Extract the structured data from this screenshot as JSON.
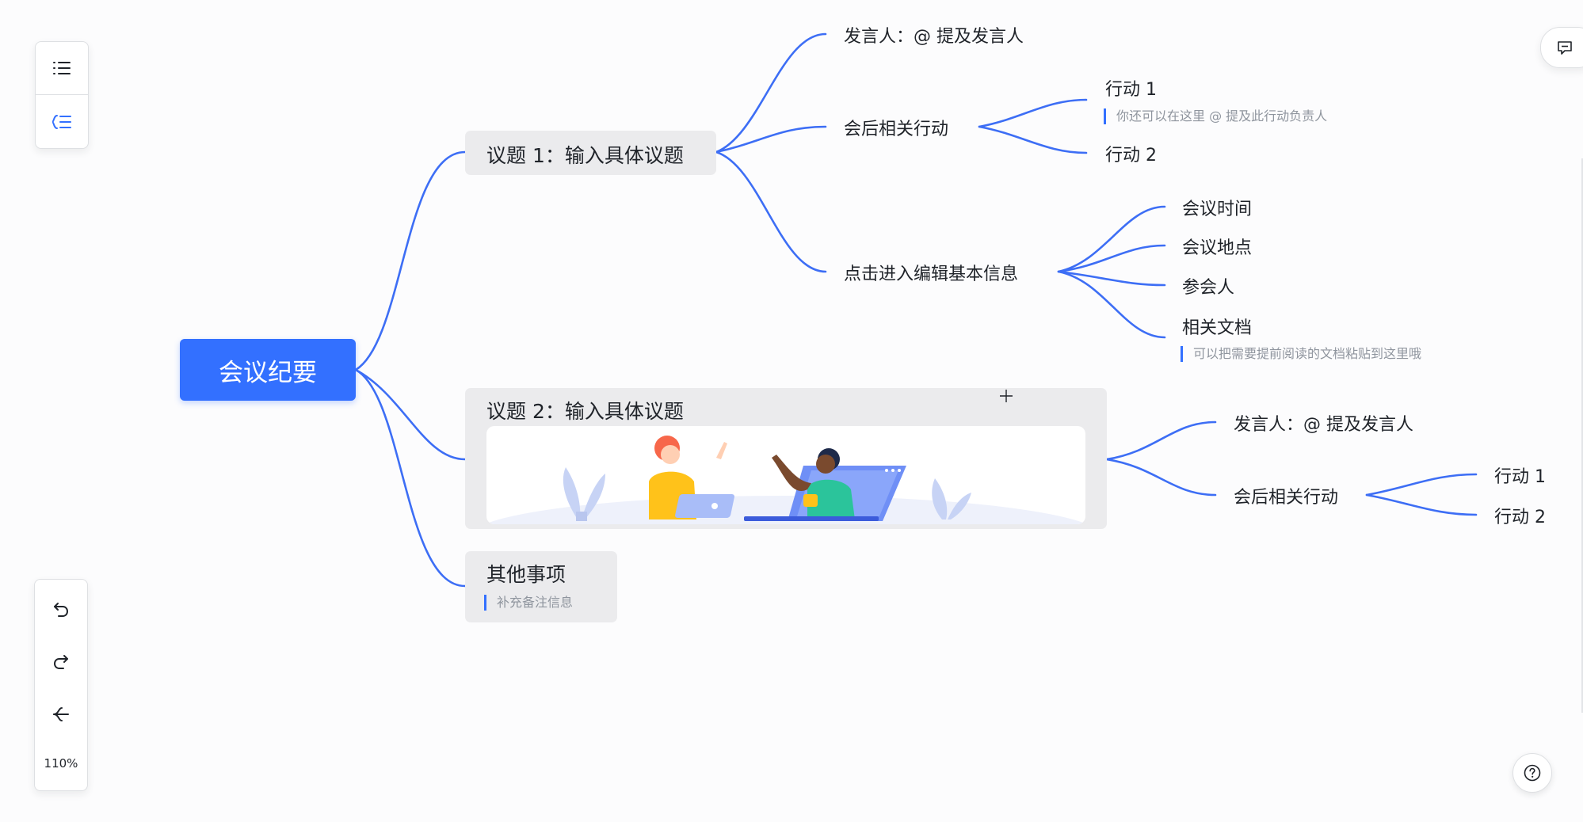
{
  "mindmap": {
    "root": "会议纪要",
    "topic1": {
      "label": "议题 1：输入具体议题",
      "speaker": "发言人：@ 提及发言人",
      "actions": "会后相关行动",
      "action1": "行动 1",
      "action1_note": "你还可以在这里 @ 提及此行动负责人",
      "action2": "行动 2",
      "info": "点击进入编辑基本信息",
      "info_time": "会议时间",
      "info_place": "会议地点",
      "info_people": "参会人",
      "info_docs": "相关文档",
      "info_docs_note": "可以把需要提前阅读的文档粘贴到这里哦"
    },
    "topic2": {
      "label": "议题 2：输入具体议题",
      "speaker": "发言人：@ 提及发言人",
      "actions": "会后相关行动",
      "action1": "行动 1",
      "action2": "行动 2"
    },
    "topic3": {
      "label": "其他事项",
      "note": "补充备注信息"
    }
  },
  "toolbar": {
    "zoom": "110%"
  },
  "colors": {
    "accent": "#3370ff",
    "link": "#3d6ef5",
    "topic_bg": "#ebebed"
  }
}
